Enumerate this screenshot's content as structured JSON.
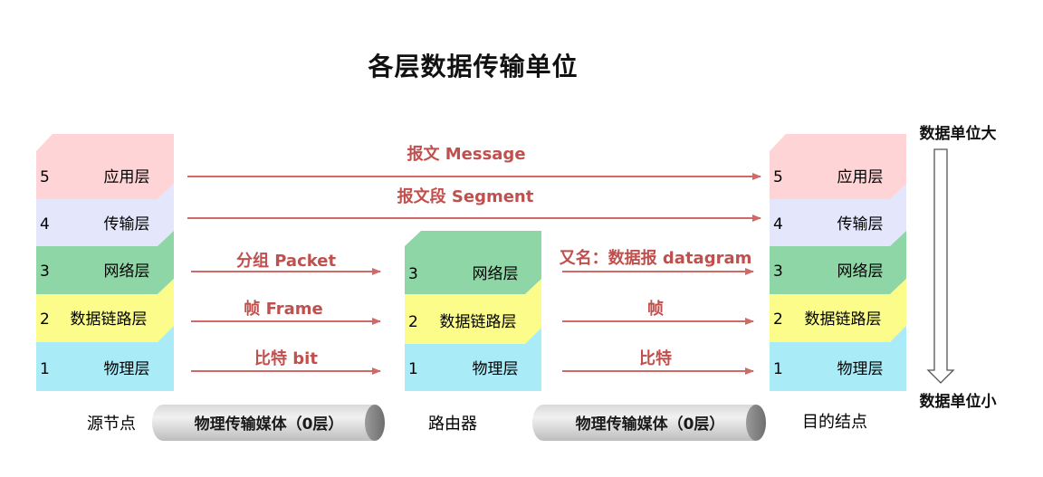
{
  "title": "各层数据传输单位",
  "colors": {
    "app": "#ffd4d6",
    "trans": "#e4e6fb",
    "net": "#8fd6a6",
    "link": "#fbfc8a",
    "phy": "#a9ecf8",
    "arrow": "#d16a67",
    "label": "#c0504d"
  },
  "source": {
    "name": "源节点",
    "layers": [
      {
        "num": "5",
        "name": "应用层"
      },
      {
        "num": "4",
        "name": "传输层"
      },
      {
        "num": "3",
        "name": "网络层"
      },
      {
        "num": "2",
        "name": "数据链路层"
      },
      {
        "num": "1",
        "name": "物理层"
      }
    ]
  },
  "router": {
    "name": "路由器",
    "layers": [
      {
        "num": "3",
        "name": "网络层"
      },
      {
        "num": "2",
        "name": "数据链路层"
      },
      {
        "num": "1",
        "name": "物理层"
      }
    ]
  },
  "destination": {
    "name": "目的结点",
    "layers": [
      {
        "num": "5",
        "name": "应用层"
      },
      {
        "num": "4",
        "name": "传输层"
      },
      {
        "num": "3",
        "name": "网络层"
      },
      {
        "num": "2",
        "name": "数据链路层"
      },
      {
        "num": "1",
        "name": "物理层"
      }
    ]
  },
  "units": {
    "message": "报文 Message",
    "segment": "报文段 Segment",
    "packet": "分组 Packet",
    "frame": "帧 Frame",
    "bit": "比特 bit",
    "datagram": "又名：数据报 datagram",
    "frame_cn": "帧",
    "bit_cn": "比特"
  },
  "media": {
    "left": "物理传输媒体（0层）",
    "right": "物理传输媒体（0层）"
  },
  "scale": {
    "top": "数据单位大",
    "bottom": "数据单位小"
  }
}
